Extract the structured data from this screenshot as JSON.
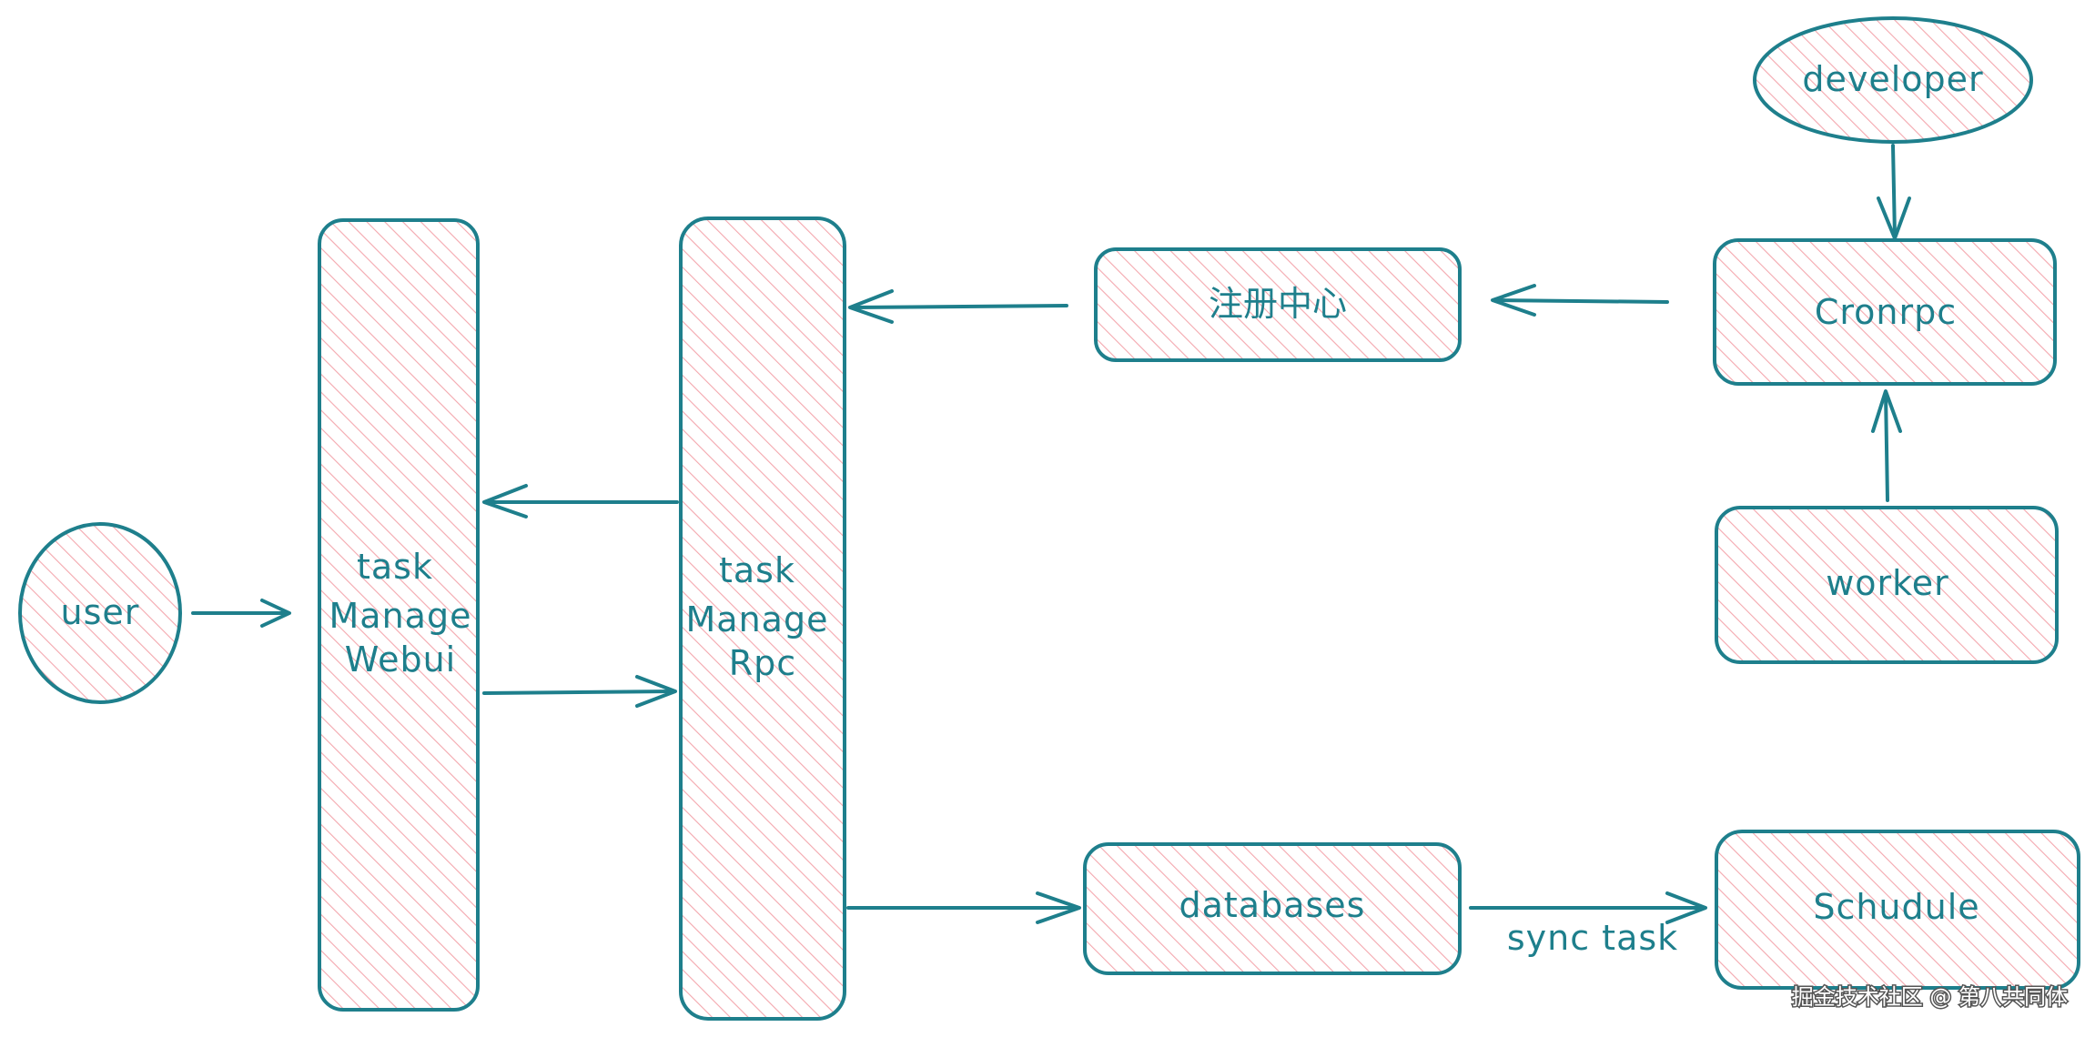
{
  "nodes": {
    "user": {
      "label": "user"
    },
    "webui": {
      "lines": [
        "task",
        "Manage",
        "Webui"
      ]
    },
    "rpc": {
      "lines": [
        "task",
        "Manage",
        "Rpc"
      ]
    },
    "registry": {
      "label": "注册中心"
    },
    "developer": {
      "label": "developer"
    },
    "cronrpc": {
      "label": "Cronrpc"
    },
    "worker": {
      "label": "worker"
    },
    "databases": {
      "label": "databases"
    },
    "schedule": {
      "label": "Schudule"
    }
  },
  "edges": {
    "sync_label": "sync task"
  },
  "watermark": "掘金技术社区 @ 第八共同体",
  "colors": {
    "stroke": "#1e7f8c",
    "hatch": "#f4a7ae"
  }
}
